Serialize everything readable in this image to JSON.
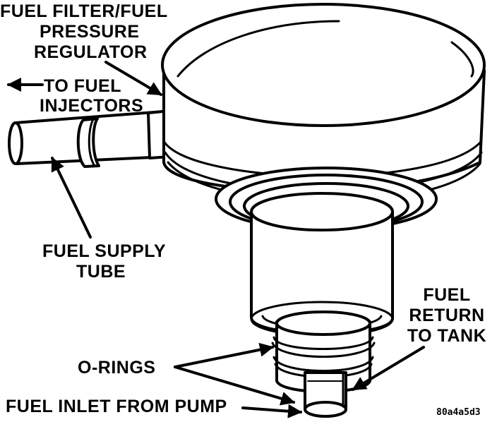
{
  "labels": {
    "filter_regulator": {
      "line1": "FUEL FILTER/FUEL",
      "line2": "PRESSURE",
      "line3": "REGULATOR"
    },
    "to_injectors": {
      "line1": "TO FUEL",
      "line2": "INJECTORS"
    },
    "supply_tube": {
      "line1": "FUEL SUPPLY",
      "line2": "TUBE"
    },
    "return_tank": {
      "line1": "FUEL",
      "line2": "RETURN",
      "line3": "TO TANK"
    },
    "o_rings": "O-RINGS",
    "inlet": "FUEL INLET FROM PUMP",
    "figure_code": "80a4a5d3"
  },
  "colors": {
    "ink": "#000000",
    "paper": "#ffffff"
  }
}
